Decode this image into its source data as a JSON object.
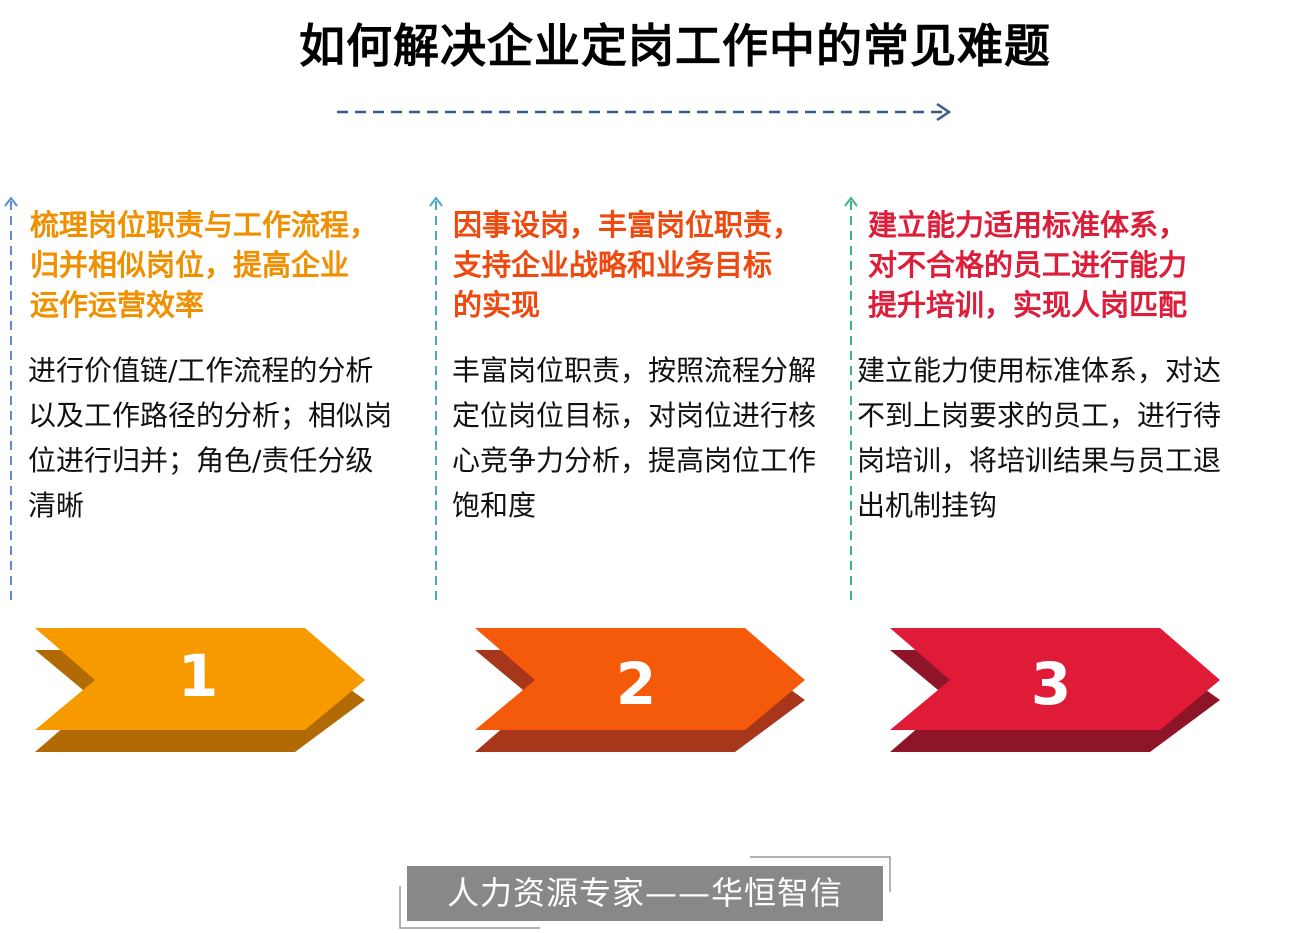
{
  "title": "如何解决企业定岗工作中的常见难题",
  "columns": [
    {
      "heading": "梳理岗位职责与工作流程，\n归并相似岗位，提高企业\n运作运营效率",
      "heading_color": "#F09000",
      "line_color": "#5B8DD6",
      "body": "进行价值链/工作流程的分析\n以及工作路径的分析；相似岗\n位进行归并；角色/责任分级\n清晰",
      "number": "1",
      "chevron_front": "#F79A00",
      "chevron_back": "#B26A05"
    },
    {
      "heading": "因事设岗，丰富岗位职责，\n支持企业战略和业务目标\n的实现",
      "heading_color": "#EE4A10",
      "line_color": "#4AA8C8",
      "body": "丰富岗位职责，按照流程分解\n定位岗位目标，对岗位进行核\n心竞争力分析，提高岗位工作\n饱和度",
      "number": "2",
      "chevron_front": "#F55A0B",
      "chevron_back": "#A8361A"
    },
    {
      "heading": "建立能力适用标准体系，\n对不合格的员工进行能力\n提升培训，实现人岗匹配",
      "heading_color": "#DD1E3A",
      "line_color": "#3DB38A",
      "body": "建立能力使用标准体系，对达\n不到上岗要求的员工，进行待\n岗培训，将培训结果与员工退\n出机制挂钩",
      "number": "3",
      "chevron_front": "#E01B38",
      "chevron_back": "#8E1428"
    }
  ],
  "footer": "人力资源专家——华恒智信"
}
